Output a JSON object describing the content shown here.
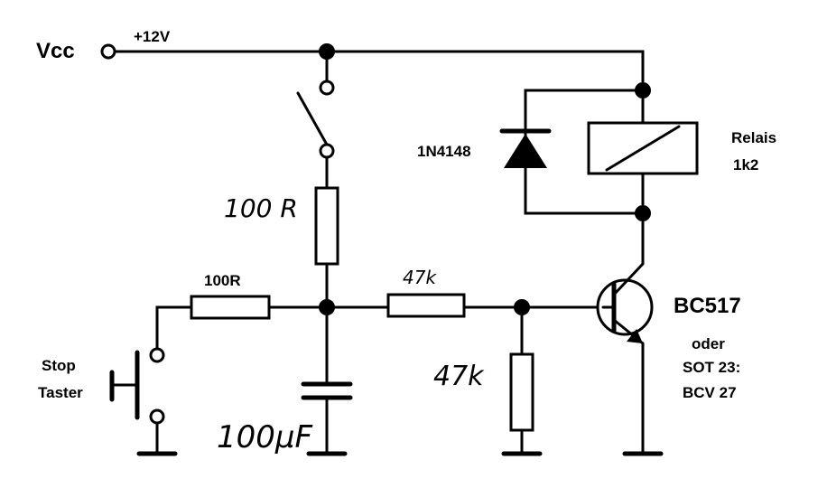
{
  "labels": {
    "vcc": "Vcc",
    "supply": "+12V",
    "r_series_switch": "100 R",
    "r_stop": "100R",
    "r_base": "47k",
    "r_pulldown": "47k",
    "capacitor": "100µF",
    "diode": "1N4148",
    "relay_line1": "Relais",
    "relay_line2": "1k2",
    "transistor": "BC517",
    "alt_line1": "oder",
    "alt_line2": "SOT 23:",
    "alt_line3": "BCV 27",
    "stop_line1": "Stop",
    "stop_line2": "Taster"
  }
}
